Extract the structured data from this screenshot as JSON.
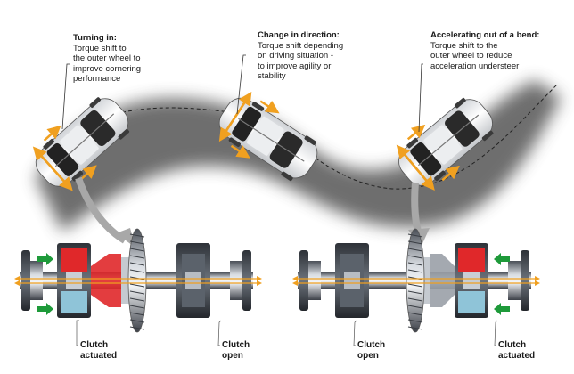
{
  "callouts": [
    {
      "title": "Turning in:",
      "lines": [
        "Torque shift to",
        "the outer wheel to",
        "improve cornering",
        "performance"
      ]
    },
    {
      "title": "Change in direction:",
      "lines": [
        "Torque shift depending",
        "on driving situation -",
        "to improve agility or",
        "stability"
      ]
    },
    {
      "title": "Accelerating out of a bend:",
      "lines": [
        "Torque shift to the",
        "outer wheel to reduce",
        "acceleration understeer"
      ]
    }
  ],
  "differentials": [
    {
      "position": "left",
      "clutch_labels": [
        {
          "line1": "Clutch",
          "line2": "actuated"
        },
        {
          "line1": "Clutch",
          "line2": "open"
        }
      ]
    },
    {
      "position": "right",
      "clutch_labels": [
        {
          "line1": "Clutch",
          "line2": "open"
        },
        {
          "line1": "Clutch",
          "line2": "actuated"
        }
      ]
    }
  ],
  "colors": {
    "road": "#6b6b6b",
    "torque_arrow": "#f0a020",
    "clutch_active": "#e0282a",
    "oil": "#8fc4d8",
    "pressure_arrow": "#1e9a3a",
    "pointer_arrow": "#a8a8a8"
  }
}
